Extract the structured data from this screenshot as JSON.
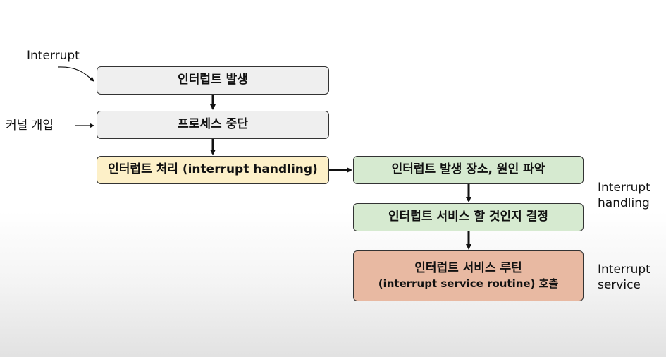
{
  "boxes": {
    "occur": "인터럽트 발생",
    "halt": "프로세스 중단",
    "handle": "인터럽트 처리 (interrupt handling)",
    "locate": "인터럽트 발생 장소, 원인 파악",
    "decide": "인터럽트 서비스 할 것인지 결정",
    "routine_line1": "인터럽트 서비스 루틴",
    "routine_line2": "(interrupt service routine) 호출"
  },
  "labels": {
    "interrupt": "Interrupt",
    "kernel": "커널 개입",
    "handling_line1": "Interrupt",
    "handling_line2": "handling",
    "service_line1": "Interrupt",
    "service_line2": "service"
  }
}
